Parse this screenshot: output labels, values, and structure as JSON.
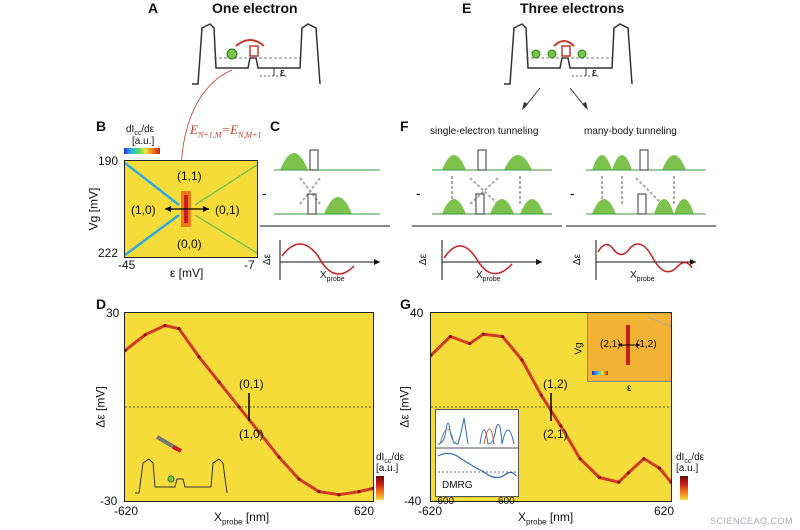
{
  "panels": {
    "A": {
      "label": "A",
      "title": "One electron",
      "epsilon": "ε"
    },
    "E": {
      "label": "E",
      "title": "Three electrons",
      "epsilon": "ε"
    },
    "B": {
      "label": "B",
      "cb_label": "dIcc/dε",
      "cb_unit": "[a.u.]",
      "ylabel": "Vg [mV]",
      "xlabel": "ε [mV]",
      "y_top": "190",
      "y_bottom": "222",
      "x_left": "-45",
      "x_right": "-7",
      "region_11": "(1,1)",
      "region_10": "(1,0)",
      "region_01": "(0,1)",
      "region_00": "(0,0)",
      "equation": "E N+1,M = E N,M+1"
    },
    "C": {
      "label": "C",
      "minus": "-",
      "ylabel": "Δε",
      "xlabel": "X",
      "xlabel_sub": "probe"
    },
    "F": {
      "label": "F",
      "sub1": "single-electron tunneling",
      "sub2": "many-body tunneling",
      "minus": "-",
      "ylabel": "Δε",
      "xlabel": "X",
      "xlabel_sub": "probe"
    },
    "D": {
      "label": "D",
      "y_top": "30",
      "y_bottom": "-30",
      "x_left": "-620",
      "x_right": "620",
      "ylabel": "Δε [mV]",
      "xlabel": "X",
      "xlabel_sub": "probe",
      "xlabel_unit": " [nm]",
      "state_top": "(0,1)",
      "state_bottom": "(1,0)",
      "cb_label": "dIcc/dε",
      "cb_unit": "[a.u.]"
    },
    "G": {
      "label": "G",
      "y_top": "40",
      "y_bottom": "-40",
      "x_left": "-620",
      "x_right": "620",
      "ylabel": "Δε [mV]",
      "xlabel": "X",
      "xlabel_sub": "probe",
      "xlabel_unit": " [nm]",
      "state_top": "(1,2)",
      "state_bottom": "(2,1)",
      "inset_left": "(2,1)",
      "inset_right": "(1,2)",
      "inset_ylabel": "Vg",
      "inset_xlabel": "ε",
      "dmrg_label": "DMRG",
      "dmrg_x_left": "-600",
      "dmrg_x_right": "600",
      "cb_label": "dIcc/dε",
      "cb_unit": "[a.u.]"
    }
  },
  "watermark": "SCIENCEAQ.COM",
  "colors": {
    "map_yellow": "#f6dc3a",
    "trace_red": "#c81e1e",
    "gauss_green": "#7cc24c",
    "arrow_red": "#c0392b"
  },
  "chart_data": [
    {
      "type": "line",
      "panel": "D",
      "xlabel": "Xprobe [nm]",
      "ylabel": "Δε [mV]",
      "xlim": [
        -620,
        620
      ],
      "ylim": [
        -30,
        30
      ],
      "x": [
        -620,
        -520,
        -420,
        -350,
        -250,
        -150,
        -50,
        50,
        150,
        250,
        350,
        450,
        550,
        620
      ],
      "y": [
        18,
        23,
        26,
        25,
        16,
        8,
        0,
        -8,
        -16,
        -23,
        -27,
        -28,
        -27,
        -26
      ]
    },
    {
      "type": "line",
      "panel": "G",
      "xlabel": "Xprobe [nm]",
      "ylabel": "Δε [mV]",
      "xlim": [
        -620,
        620
      ],
      "ylim": [
        -40,
        40
      ],
      "x": [
        -620,
        -520,
        -420,
        -350,
        -250,
        -150,
        -50,
        50,
        150,
        250,
        350,
        400,
        480,
        560,
        620
      ],
      "y": [
        22,
        30,
        27,
        31,
        30,
        20,
        5,
        -8,
        -22,
        -30,
        -32,
        -28,
        -22,
        -26,
        -32
      ]
    }
  ]
}
